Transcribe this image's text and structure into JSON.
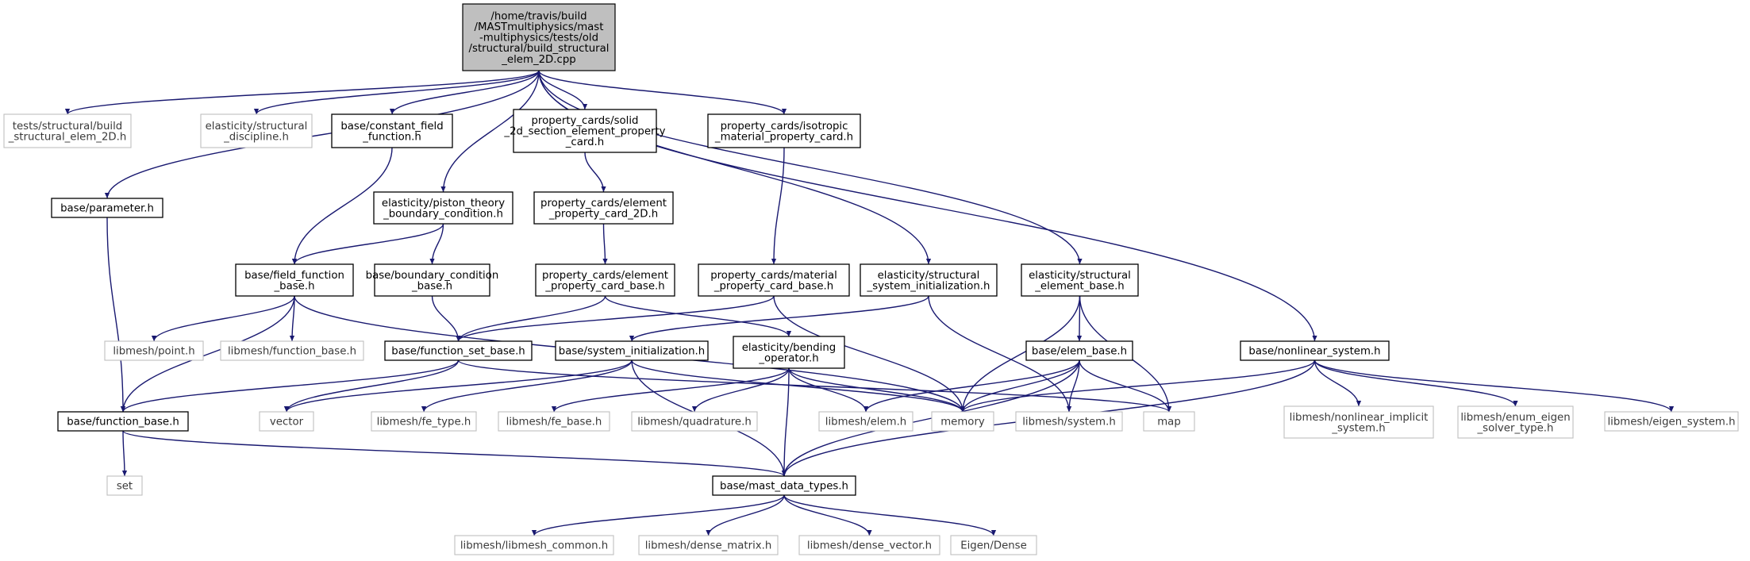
{
  "graph": {
    "nodes": [
      {
        "id": "root",
        "kind": "root",
        "lines": [
          "/home/travis/build",
          "/MASTmultiphysics/mast",
          "-multiphysics/tests/old",
          "/structural/build_structural",
          "_elem_2D.cpp"
        ]
      },
      {
        "id": "tests_build",
        "kind": "ext",
        "lines": [
          "tests/structural/build",
          "_structural_elem_2D.h"
        ]
      },
      {
        "id": "elast_disc",
        "kind": "ext",
        "lines": [
          "elasticity/structural",
          "_discipline.h"
        ]
      },
      {
        "id": "const_field",
        "kind": "local",
        "lines": [
          "base/constant_field",
          "_function.h"
        ]
      },
      {
        "id": "solid2d",
        "kind": "local",
        "lines": [
          "property_cards/solid",
          "_2d_section_element_property",
          "_card.h"
        ]
      },
      {
        "id": "iso_mat",
        "kind": "local",
        "lines": [
          "property_cards/isotropic",
          "_material_property_card.h"
        ]
      },
      {
        "id": "parameter",
        "kind": "local",
        "lines": [
          "base/parameter.h"
        ]
      },
      {
        "id": "piston",
        "kind": "local",
        "lines": [
          "elasticity/piston_theory",
          "_boundary_condition.h"
        ]
      },
      {
        "id": "elem_prop_2d",
        "kind": "local",
        "lines": [
          "property_cards/element",
          "_property_card_2D.h"
        ]
      },
      {
        "id": "field_fn",
        "kind": "local",
        "lines": [
          "base/field_function",
          "_base.h"
        ]
      },
      {
        "id": "bc_base",
        "kind": "local",
        "lines": [
          "base/boundary_condition",
          "_base.h"
        ]
      },
      {
        "id": "elem_prop_base",
        "kind": "local",
        "lines": [
          "property_cards/element",
          "_property_card_base.h"
        ]
      },
      {
        "id": "mat_prop_base",
        "kind": "local",
        "lines": [
          "property_cards/material",
          "_property_card_base.h"
        ]
      },
      {
        "id": "sys_init",
        "kind": "local",
        "lines": [
          "elasticity/structural",
          "_system_initialization.h"
        ]
      },
      {
        "id": "struct_elem",
        "kind": "local",
        "lines": [
          "elasticity/structural",
          "_element_base.h"
        ]
      },
      {
        "id": "lm_point",
        "kind": "ext",
        "lines": [
          "libmesh/point.h"
        ]
      },
      {
        "id": "lm_fnbase",
        "kind": "ext",
        "lines": [
          "libmesh/function_base.h"
        ]
      },
      {
        "id": "fnset",
        "kind": "local",
        "lines": [
          "base/function_set_base.h"
        ]
      },
      {
        "id": "base_sysinit",
        "kind": "local",
        "lines": [
          "base/system_initialization.h"
        ]
      },
      {
        "id": "bending",
        "kind": "local",
        "lines": [
          "elasticity/bending",
          "_operator.h"
        ]
      },
      {
        "id": "elem_base",
        "kind": "local",
        "lines": [
          "base/elem_base.h"
        ]
      },
      {
        "id": "nonlin",
        "kind": "local",
        "lines": [
          "base/nonlinear_system.h"
        ]
      },
      {
        "id": "fn_base",
        "kind": "local",
        "lines": [
          "base/function_base.h"
        ]
      },
      {
        "id": "vector",
        "kind": "ext",
        "lines": [
          "vector"
        ]
      },
      {
        "id": "fe_type",
        "kind": "ext",
        "lines": [
          "libmesh/fe_type.h"
        ]
      },
      {
        "id": "fe_base",
        "kind": "ext",
        "lines": [
          "libmesh/fe_base.h"
        ]
      },
      {
        "id": "quad",
        "kind": "ext",
        "lines": [
          "libmesh/quadrature.h"
        ]
      },
      {
        "id": "lm_elem",
        "kind": "ext",
        "lines": [
          "libmesh/elem.h"
        ]
      },
      {
        "id": "memory",
        "kind": "ext",
        "lines": [
          "memory"
        ]
      },
      {
        "id": "lm_system",
        "kind": "ext",
        "lines": [
          "libmesh/system.h"
        ]
      },
      {
        "id": "map",
        "kind": "ext",
        "lines": [
          "map"
        ]
      },
      {
        "id": "nl_implicit",
        "kind": "ext",
        "lines": [
          "libmesh/nonlinear_implicit",
          "_system.h"
        ]
      },
      {
        "id": "enum_eigen",
        "kind": "ext",
        "lines": [
          "libmesh/enum_eigen",
          "_solver_type.h"
        ]
      },
      {
        "id": "eigen_sys",
        "kind": "ext",
        "lines": [
          "libmesh/eigen_system.h"
        ]
      },
      {
        "id": "set",
        "kind": "ext",
        "lines": [
          "set"
        ]
      },
      {
        "id": "mast_types",
        "kind": "local",
        "lines": [
          "base/mast_data_types.h"
        ]
      },
      {
        "id": "lm_common",
        "kind": "ext",
        "lines": [
          "libmesh/libmesh_common.h"
        ]
      },
      {
        "id": "dense_mat",
        "kind": "ext",
        "lines": [
          "libmesh/dense_matrix.h"
        ]
      },
      {
        "id": "dense_vec",
        "kind": "ext",
        "lines": [
          "libmesh/dense_vector.h"
        ]
      },
      {
        "id": "eigen_dense",
        "kind": "ext",
        "lines": [
          "Eigen/Dense"
        ]
      }
    ],
    "edges": [
      [
        "root",
        "tests_build"
      ],
      [
        "root",
        "elast_disc"
      ],
      [
        "root",
        "const_field"
      ],
      [
        "root",
        "solid2d"
      ],
      [
        "root",
        "iso_mat"
      ],
      [
        "root",
        "parameter"
      ],
      [
        "root",
        "piston"
      ],
      [
        "root",
        "sys_init"
      ],
      [
        "root",
        "struct_elem"
      ],
      [
        "root",
        "nonlin"
      ],
      [
        "const_field",
        "field_fn"
      ],
      [
        "parameter",
        "fn_base"
      ],
      [
        "piston",
        "field_fn"
      ],
      [
        "piston",
        "bc_base"
      ],
      [
        "solid2d",
        "elem_prop_2d"
      ],
      [
        "elem_prop_2d",
        "elem_prop_base"
      ],
      [
        "iso_mat",
        "mat_prop_base"
      ],
      [
        "field_fn",
        "lm_point"
      ],
      [
        "field_fn",
        "lm_fnbase"
      ],
      [
        "field_fn",
        "fn_base"
      ],
      [
        "field_fn",
        "memory"
      ],
      [
        "bc_base",
        "fnset"
      ],
      [
        "elem_prop_base",
        "fnset"
      ],
      [
        "elem_prop_base",
        "bending"
      ],
      [
        "mat_prop_base",
        "fnset"
      ],
      [
        "mat_prop_base",
        "memory"
      ],
      [
        "sys_init",
        "base_sysinit"
      ],
      [
        "sys_init",
        "lm_system"
      ],
      [
        "struct_elem",
        "elem_base"
      ],
      [
        "struct_elem",
        "memory"
      ],
      [
        "struct_elem",
        "map"
      ],
      [
        "fnset",
        "fn_base"
      ],
      [
        "fnset",
        "vector"
      ],
      [
        "fnset",
        "map"
      ],
      [
        "base_sysinit",
        "vector"
      ],
      [
        "base_sysinit",
        "fe_type"
      ],
      [
        "base_sysinit",
        "memory"
      ],
      [
        "base_sysinit",
        "mast_types"
      ],
      [
        "bending",
        "fe_base"
      ],
      [
        "bending",
        "quad"
      ],
      [
        "bending",
        "lm_elem"
      ],
      [
        "bending",
        "memory"
      ],
      [
        "bending",
        "mast_types"
      ],
      [
        "elem_base",
        "lm_elem"
      ],
      [
        "elem_base",
        "memory"
      ],
      [
        "elem_base",
        "lm_system"
      ],
      [
        "elem_base",
        "map"
      ],
      [
        "elem_base",
        "mast_types"
      ],
      [
        "nonlin",
        "memory"
      ],
      [
        "nonlin",
        "mast_types"
      ],
      [
        "nonlin",
        "nl_implicit"
      ],
      [
        "nonlin",
        "enum_eigen"
      ],
      [
        "nonlin",
        "eigen_sys"
      ],
      [
        "fn_base",
        "set"
      ],
      [
        "fn_base",
        "mast_types"
      ],
      [
        "mast_types",
        "lm_common"
      ],
      [
        "mast_types",
        "dense_mat"
      ],
      [
        "mast_types",
        "dense_vec"
      ],
      [
        "mast_types",
        "eigen_dense"
      ]
    ]
  }
}
